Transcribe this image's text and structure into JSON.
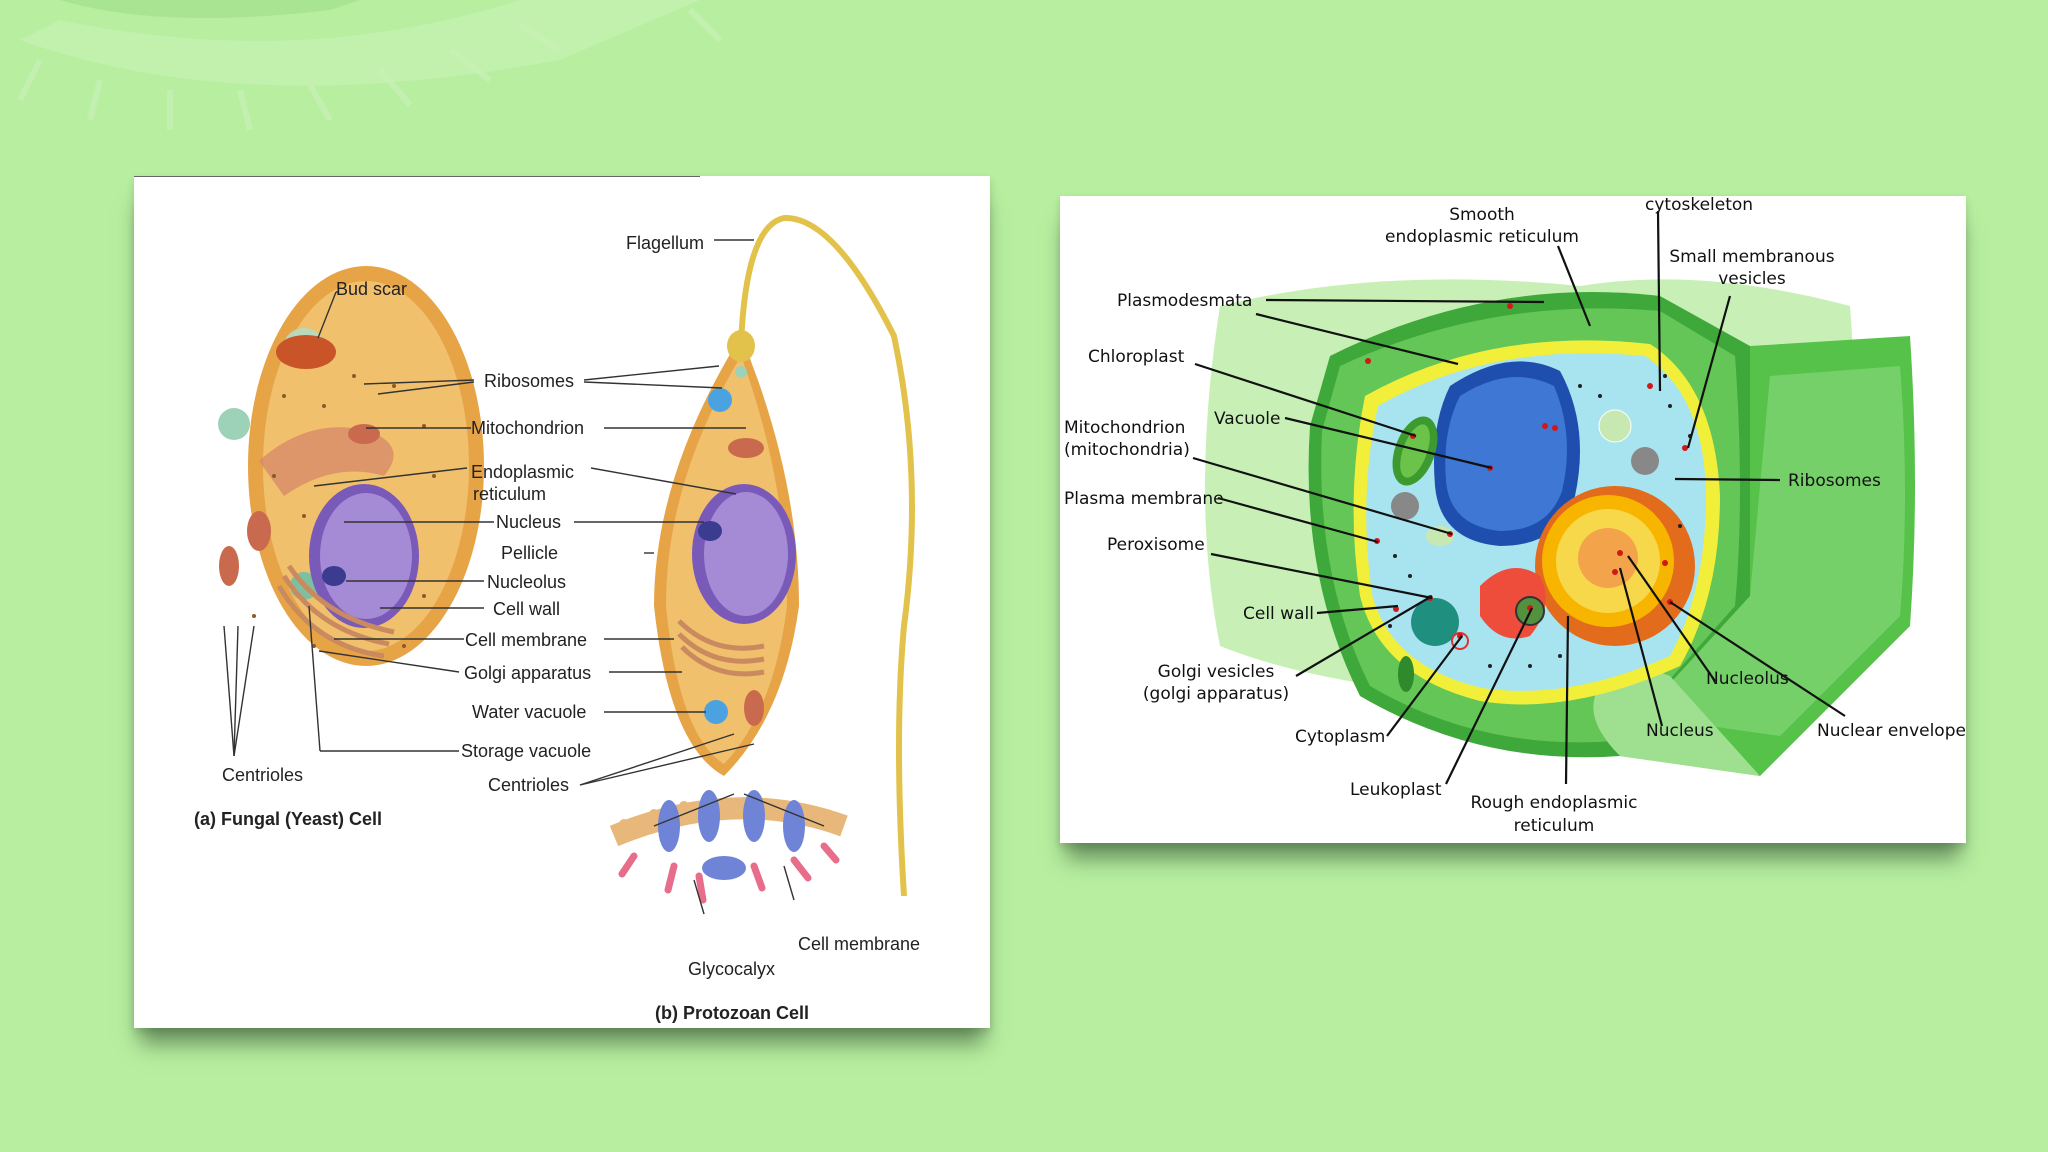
{
  "colors": {
    "background": "#b7eea0",
    "yeast_cytoplasm": "#f1c06c",
    "yeast_wall": "#e6a447",
    "nucleus": "#9a7fd0",
    "plant_wall": "#5cc44a",
    "plant_cytoplasm": "#a8e3f0",
    "plant_nucleus": "#2f5fbf",
    "rough_er": "#f7b500"
  },
  "left_diagram": {
    "labels": {
      "bud_scar": "Bud scar",
      "flagellum": "Flagellum",
      "ribosomes": "Ribosomes",
      "mitochondrion": "Mitochondrion",
      "endoplasmic_1": "Endoplasmic",
      "endoplasmic_2": "reticulum",
      "nucleus": "Nucleus",
      "pellicle": "Pellicle",
      "nucleolus": "Nucleolus",
      "cell_wall": "Cell wall",
      "cell_membrane": "Cell membrane",
      "golgi": "Golgi apparatus",
      "water_vacuole": "Water vacuole",
      "storage_vacuole": "Storage vacuole",
      "centrioles_left": "Centrioles",
      "centrioles_center": "Centrioles",
      "cell_membrane_2": "Cell membrane",
      "glycocalyx": "Glycocalyx"
    },
    "captions": {
      "fungal": "(a) Fungal (Yeast) Cell",
      "protozoan": "(b) Protozoan Cell"
    }
  },
  "right_diagram": {
    "labels": {
      "cytoskeleton": "cytoskeleton",
      "smooth_er_1": "Smooth",
      "smooth_er_2": "endoplasmic reticulum",
      "small_vesicles_1": "Small membranous",
      "small_vesicles_2": "vesicles",
      "plasmodesmata": "Plasmodesmata",
      "chloroplast": "Chloroplast",
      "vacuole": "Vacuole",
      "mito_1": "Mitochondrion",
      "mito_2": "(mitochondria)",
      "plasma_membrane": "Plasma membrane",
      "ribosomes": "Ribosomes",
      "peroxisome": "Peroxisome",
      "cell_wall": "Cell wall",
      "golgi_1": "Golgi vesicles",
      "golgi_2": "(golgi apparatus)",
      "nucleolus": "Nucleolus",
      "nucleus": "Nucleus",
      "nuclear_envelope": "Nuclear envelope",
      "cytoplasm": "Cytoplasm",
      "leukoplast": "Leukoplast",
      "rough_er_1": "Rough endoplasmic",
      "rough_er_2": "reticulum"
    }
  }
}
